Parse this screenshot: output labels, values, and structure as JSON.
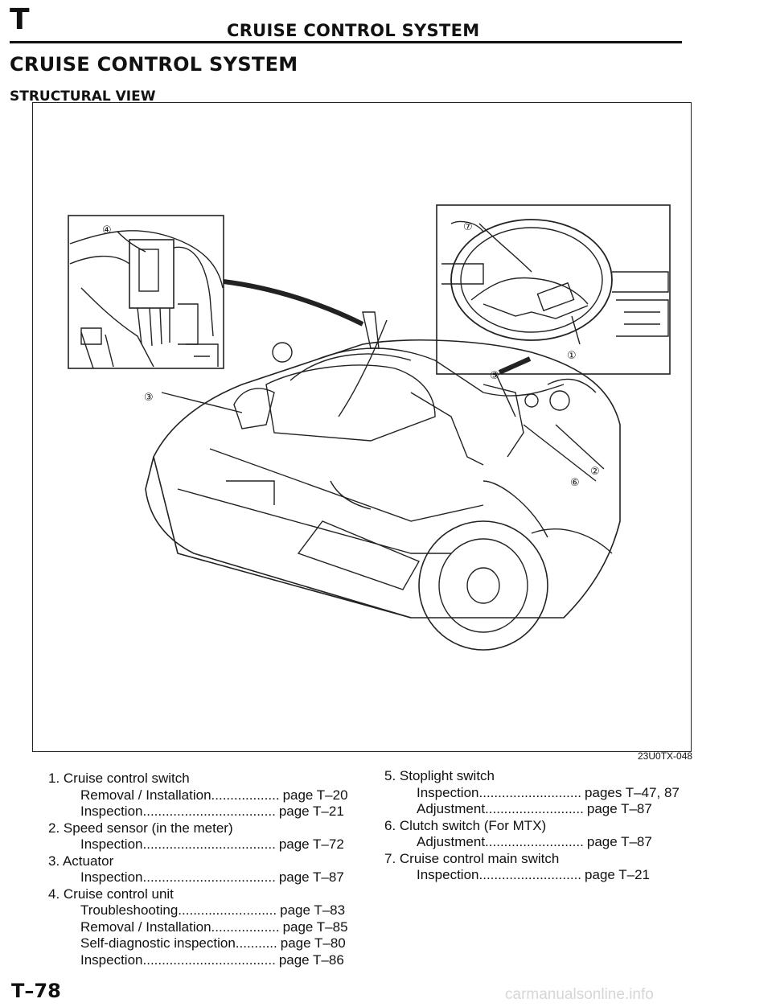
{
  "header": {
    "section_letter": "T",
    "title": "CRUISE CONTROL SYSTEM"
  },
  "section_title": "CRUISE CONTROL SYSTEM",
  "subtitle": "STRUCTURAL VIEW",
  "figure": {
    "code": "23U0TX-048",
    "callouts": [
      "①",
      "②",
      "③",
      "④",
      "⑤",
      "⑥",
      "⑦"
    ]
  },
  "components_left": [
    {
      "title": "1. Cruise control switch",
      "entries": [
        {
          "label": "Removal / Installation",
          "dots": "..................",
          "page": "page T–20"
        },
        {
          "label": "Inspection",
          "dots": "...................................",
          "page": "page T–21"
        }
      ]
    },
    {
      "title": "2. Speed sensor (in the meter)",
      "entries": [
        {
          "label": "Inspection",
          "dots": "...................................",
          "page": "page T–72"
        }
      ]
    },
    {
      "title": "3. Actuator",
      "entries": [
        {
          "label": "Inspection",
          "dots": "...................................",
          "page": "page T–87"
        }
      ]
    },
    {
      "title": "4. Cruise control unit",
      "entries": [
        {
          "label": "Troubleshooting",
          "dots": "..........................",
          "page": "page T–83"
        },
        {
          "label": "Removal / Installation",
          "dots": "..................",
          "page": "page T–85"
        },
        {
          "label": "Self-diagnostic inspection",
          "dots": "...........",
          "page": "page T–80"
        },
        {
          "label": "Inspection",
          "dots": "...................................",
          "page": "page T–86"
        }
      ]
    }
  ],
  "components_right": [
    {
      "title": "5. Stoplight switch",
      "entries": [
        {
          "label": "Inspection",
          "dots": "...........................",
          "page": "pages T–47, 87"
        },
        {
          "label": "Adjustment",
          "dots": "..........................",
          "page": "page  T–87"
        }
      ]
    },
    {
      "title": "6. Clutch switch (For MTX)",
      "entries": [
        {
          "label": "Adjustment",
          "dots": "..........................",
          "page": "page  T–87"
        }
      ]
    },
    {
      "title": "7. Cruise control main switch",
      "entries": [
        {
          "label": "Inspection",
          "dots": "...........................",
          "page": "page  T–21"
        }
      ]
    }
  ],
  "page_number": "T–78",
  "watermark": "carmanualsonline.info"
}
